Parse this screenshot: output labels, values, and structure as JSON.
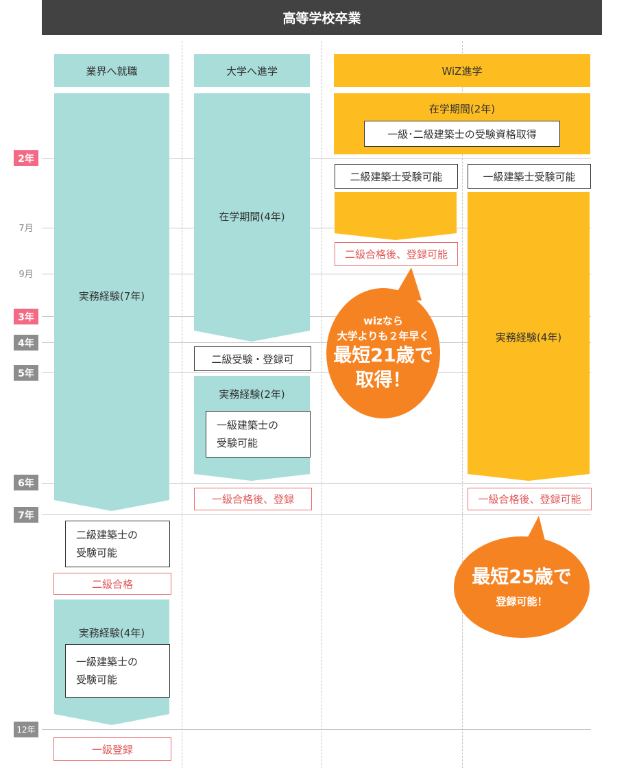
{
  "header": {
    "title": "高等学校卒業"
  },
  "years": {
    "y2": "2年",
    "m7": "7月",
    "m9": "9月",
    "y3": "3年",
    "y4": "4年",
    "y5": "5年",
    "y6": "6年",
    "y7": "7年",
    "y12": "12年"
  },
  "columns": {
    "work": {
      "title": "業界へ就職",
      "experience": "実務経験(7年)",
      "nikyu_box": "二級建築士の\n受験可能",
      "nikyu_pass": "二級合格",
      "experience2": "実務経験(4年)",
      "ikkyu_box": "一級建築士の\n受験可能",
      "ikkyu_register": "一級登録"
    },
    "univ": {
      "title": "大学へ進学",
      "study": "在学期間(4年)",
      "nikyu_reg": "二級受験・登録可",
      "experience": "実務経験(2年)",
      "ikkyu_box": "一級建築士の\n受験可能",
      "ikkyu_register": "一級合格後、登録"
    },
    "wiz": {
      "title": "WiZ進学",
      "study": "在学期間(2年)",
      "qualification": "一級･二級建築士の受験資格取得",
      "nikyu_exam": "二級建築士受験可能",
      "nikyu_reg": "二級合格後、登録可能",
      "ikkyu_exam": "一級建築士受験可能",
      "experience": "実務経験(4年)",
      "ikkyu_reg": "一級合格後、登録可能"
    }
  },
  "bubble1": {
    "line1": "wizなら",
    "line2": "大学よりも２年早く",
    "line3": "最短21歳で",
    "line4": "取得！"
  },
  "bubble2": {
    "line1": "最短25歳で",
    "line2": "登録可能！"
  },
  "colors": {
    "teal": "#a8ddda",
    "yellow": "#fdbc20",
    "orange": "#f58322",
    "pink": "#f46a84",
    "gray": "#8d8d8d",
    "red_border": "#e76b6b",
    "header_bg": "#424242"
  }
}
